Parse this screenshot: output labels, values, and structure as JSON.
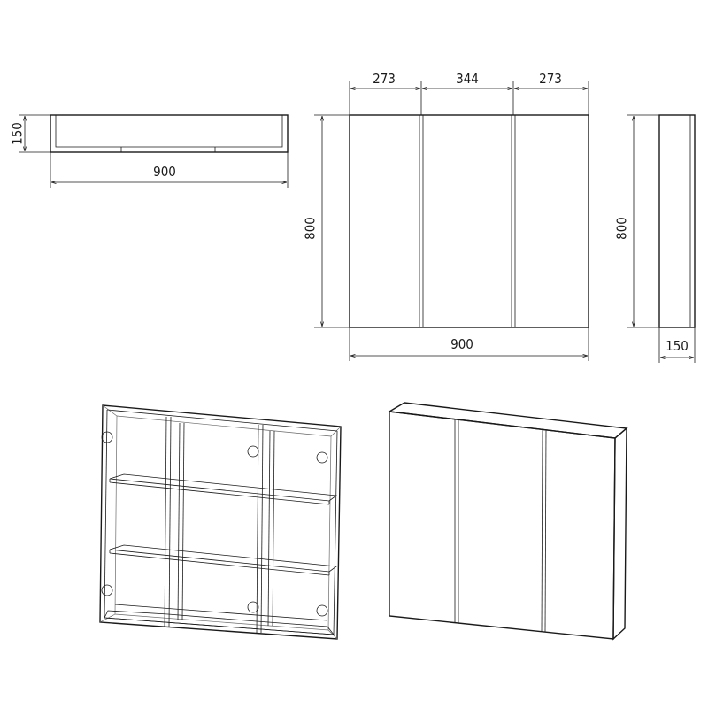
{
  "dimensions": {
    "top_view": {
      "depth": "150",
      "width": "900"
    },
    "front_view": {
      "left_door": "273",
      "middle_door": "344",
      "right_door": "273",
      "height": "800",
      "width": "900"
    },
    "side_view": {
      "height": "800",
      "depth": "150"
    }
  },
  "colors": {
    "line": "#1a1a1a",
    "background": "#ffffff"
  }
}
